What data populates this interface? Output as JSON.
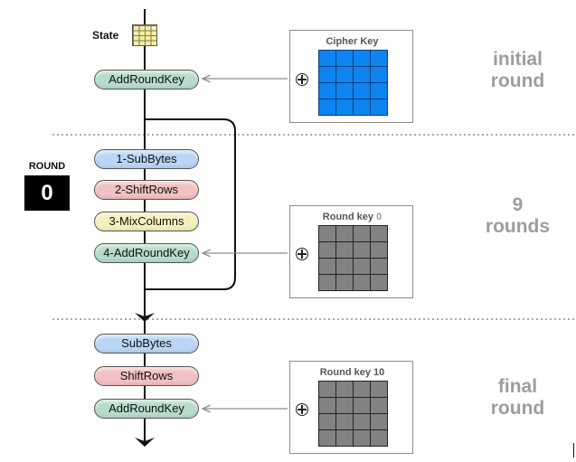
{
  "state": {
    "label": "State"
  },
  "round": {
    "label": "ROUND",
    "value": "0"
  },
  "initial": {
    "step": "AddRoundKey",
    "key_label": "Cipher Key",
    "phase": [
      "initial",
      "round"
    ]
  },
  "main": {
    "steps": [
      "1-SubBytes",
      "2-ShiftRows",
      "3-MixColumns",
      "4-AddRoundKey"
    ],
    "key_label": "Round key",
    "key_number": "0",
    "phase": [
      "9",
      "rounds"
    ]
  },
  "final": {
    "steps": [
      "SubBytes",
      "ShiftRows",
      "AddRoundKey"
    ],
    "key_label": "Round key 10",
    "phase": [
      "final",
      "round"
    ]
  },
  "colors": {
    "green": "#b7dccb",
    "blue": "#b9d6f4",
    "red": "#f2c1c1",
    "yellow": "#f5f0bd",
    "cipher_key_cell": "#0d84f0",
    "round_key_cell": "#828282",
    "phase_text": "#9d9d9d"
  },
  "icons": [
    "xor-icon",
    "state-matrix-icon",
    "arrow-icon"
  ]
}
